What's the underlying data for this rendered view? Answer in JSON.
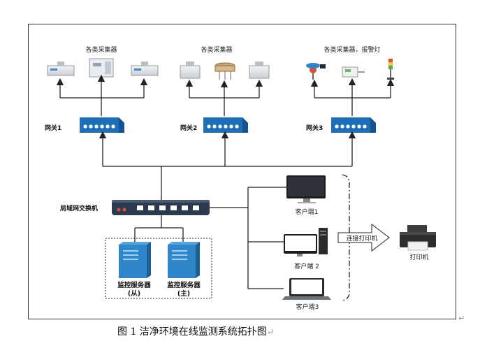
{
  "sensor_groups": [
    {
      "label": "各类采集器"
    },
    {
      "label": "各类采集器"
    },
    {
      "label": "各类采集器，报警灯"
    }
  ],
  "gateways": [
    {
      "label": "网关1"
    },
    {
      "label": "网关2"
    },
    {
      "label": "网关3"
    }
  ],
  "lan_switch": {
    "label": "局域网交换机"
  },
  "servers": [
    {
      "label_line1": "监控服务器",
      "label_line2": "(从)"
    },
    {
      "label_line1": "监控服务器",
      "label_line2": "(主)"
    }
  ],
  "clients": [
    {
      "label": "客户端1"
    },
    {
      "label": "客户端 2"
    },
    {
      "label": "客户端3"
    }
  ],
  "connect_arrow": {
    "label": "连接打印机"
  },
  "printer": {
    "label": "打印机"
  },
  "caption": {
    "text": "图 1 洁净环境在线监测系统拓扑图",
    "end_mark": "↵"
  },
  "colors": {
    "gateway_blue": "#1f6fb8",
    "switch_dark": "#2b3a4f",
    "server_blue": "#2f86c8",
    "line": "#222222"
  }
}
